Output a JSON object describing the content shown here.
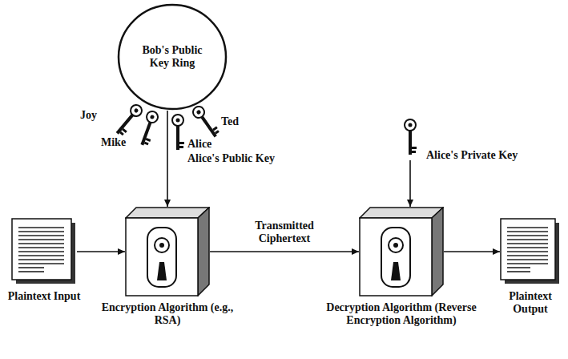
{
  "diagram": {
    "nodes": [
      {
        "text": [
          "Bob's Public Key Ring"
        ]
      },
      {
        "text": [
          "Plaintext Input"
        ]
      },
      {
        "text": [
          "Encryption Algorithm (e.g., RSA)"
        ]
      },
      {
        "text": [
          "Decryption Algorithm (Reverse Encryption Algorithm)"
        ]
      },
      {
        "text": [
          "Plaintext Output"
        ]
      }
    ],
    "edges": [
      {
        "from": 0,
        "to": 2,
        "arrow": "to"
      },
      {
        "from": 1,
        "to": 2,
        "arrow": "to"
      },
      {
        "from": 2,
        "to": 3,
        "label": "Transmitted Ciphertext",
        "arrow": "to"
      },
      {
        "from": 3,
        "to": 4,
        "arrow": "to"
      }
    ],
    "labels": [
      "Joy",
      "Mike",
      "Alice",
      "Ted",
      "Alice's Public Key",
      "Alice's Private Key"
    ]
  }
}
